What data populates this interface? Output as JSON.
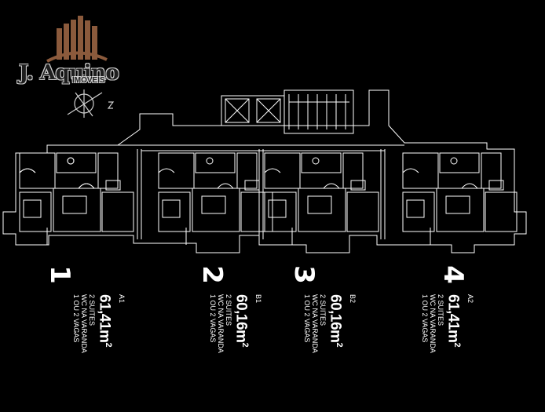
{
  "logo": {
    "name": "J. Aquino",
    "tagline": "IMÓVEIS",
    "compass_letter": "N"
  },
  "units": [
    {
      "number": "1",
      "code": "A1",
      "area": "61,41m",
      "area_exp": "2",
      "features": [
        "2 SUITES",
        "WC NA VARANDA",
        "1 OU 2 VAGAS"
      ]
    },
    {
      "number": "2",
      "code": "B1",
      "area": "60,16m",
      "area_exp": "2",
      "features": [
        "2 SUITES",
        "WC NA VARANDA",
        "1 OU 2 VAGAS"
      ]
    },
    {
      "number": "3",
      "code": "B2",
      "area": "60,16m",
      "area_exp": "2",
      "features": [
        "2 SUITES",
        "WC NA VARANDA",
        "1 OU 2 VAGAS"
      ]
    },
    {
      "number": "4",
      "code": "A2",
      "area": "61,41m",
      "area_exp": "2",
      "features": [
        "2 SUITES",
        "WC NA VARANDA",
        "1 OU 2 VAGAS"
      ]
    }
  ],
  "colors": {
    "background": "#000000",
    "lines": "#ffffff",
    "logo_brown": "#8b5a3c",
    "logo_gray": "#cfcfcf"
  }
}
